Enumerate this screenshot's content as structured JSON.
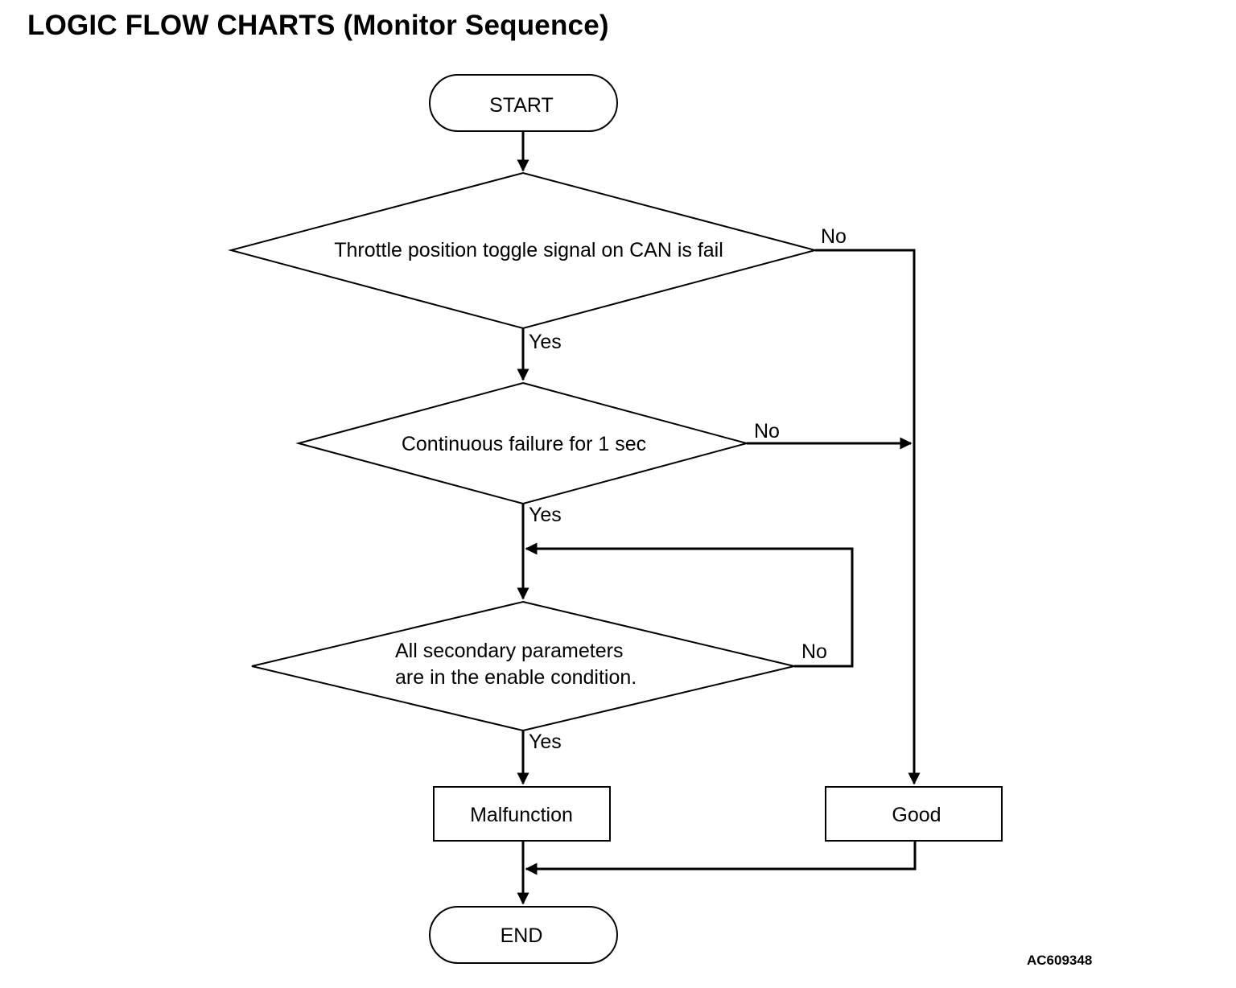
{
  "title": "LOGIC FLOW CHARTS (Monitor Sequence)",
  "figure_id": "AC609348",
  "nodes": {
    "start": "START",
    "decision_1": "Throttle position toggle signal on CAN is fail",
    "decision_2": "Continuous failure for 1 sec",
    "decision_3_line1": "All secondary parameters",
    "decision_3_line2": "are in the enable condition.",
    "malfunction": "Malfunction",
    "good": "Good",
    "end": "END"
  },
  "edge_labels": {
    "d1_no": "No",
    "d1_yes": "Yes",
    "d2_no": "No",
    "d2_yes": "Yes",
    "d3_no": "No",
    "d3_yes": "Yes"
  }
}
